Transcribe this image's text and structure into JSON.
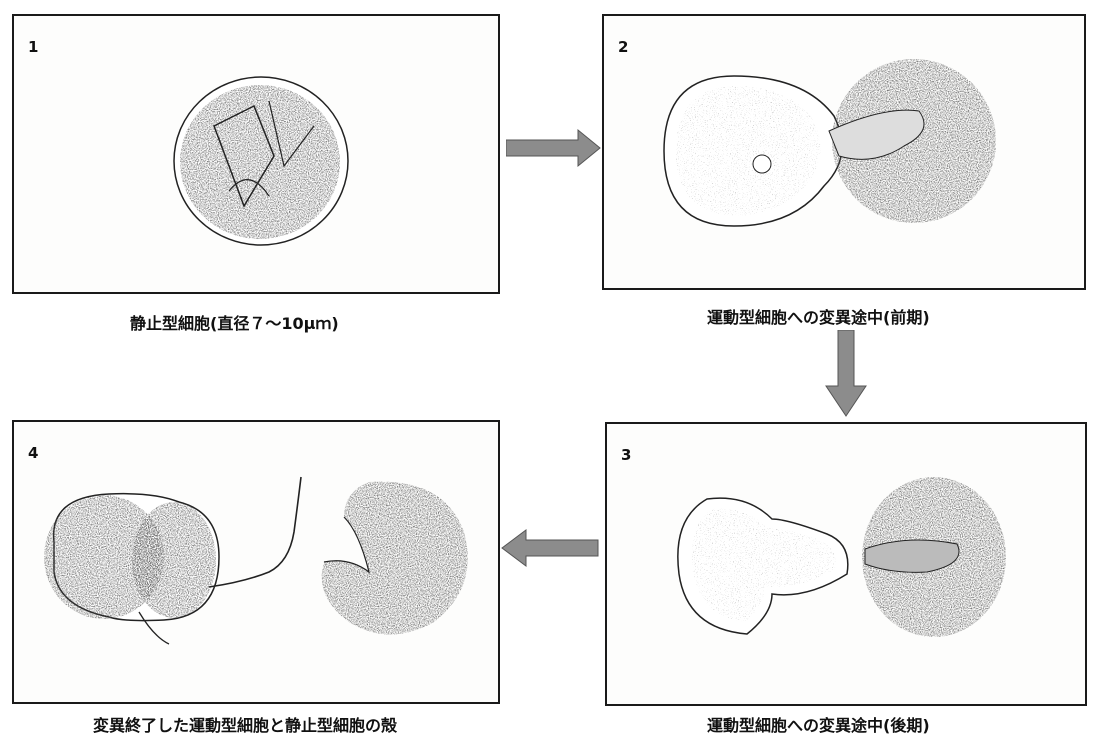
{
  "panels": [
    {
      "number": "1",
      "caption": "静止型細胞(直径７～10μｍ)"
    },
    {
      "number": "2",
      "caption": "運動型細胞への変異途中(前期)"
    },
    {
      "number": "3",
      "caption": "運動型細胞への変異途中(後期)"
    },
    {
      "number": "4",
      "caption": "変異終了した運動型細胞と静止型細胞の殻"
    }
  ],
  "colors": {
    "border": "#1a1a1a",
    "cell_fill": "#3a3a3a",
    "arrow": "#8c8c8c"
  }
}
